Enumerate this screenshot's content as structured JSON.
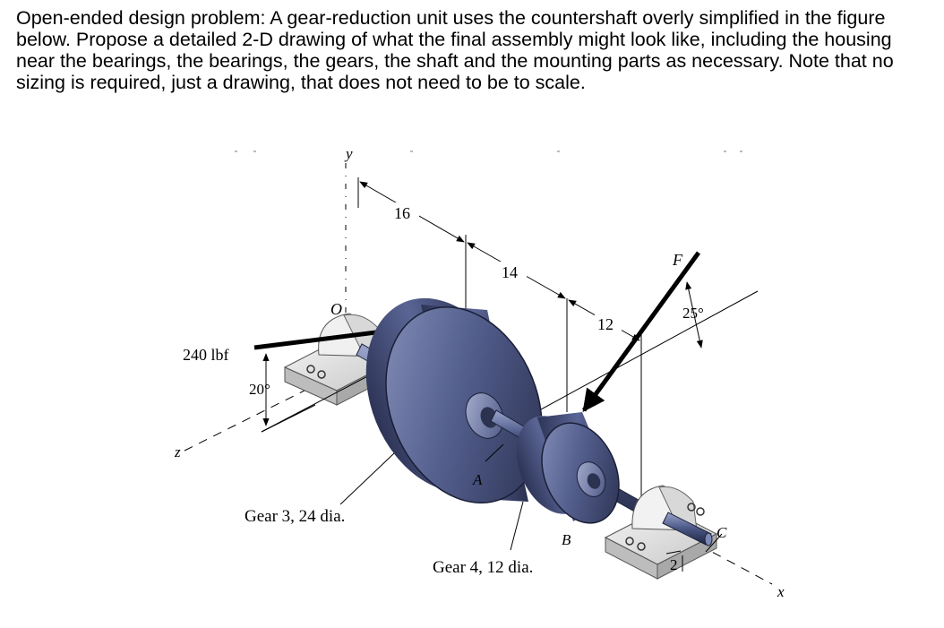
{
  "problem_text": "Open-ended design problem: A gear-reduction unit uses the countershaft overly simplified in the figure below. Propose a detailed 2-D drawing of what the final assembly might look like, including the housing near the bearings, the bearings, the gears, the shaft and the mounting parts as necessary. Note that no sizing is required, just a drawing, that does not need to be to scale.",
  "figure": {
    "axes": {
      "x": "x",
      "y": "y",
      "z": "z",
      "origin": "O"
    },
    "dimensions": {
      "d1": "16",
      "d2": "14",
      "d3": "12",
      "d4": "2"
    },
    "loads": {
      "force_240": "240 lbf",
      "angle_20": "20°",
      "force_F": "F",
      "angle_25": "25°"
    },
    "points": {
      "A": "A",
      "B": "B",
      "C": "C"
    },
    "gear3_label": "Gear 3, 24 dia.",
    "gear4_label": "Gear 4, 12 dia."
  }
}
